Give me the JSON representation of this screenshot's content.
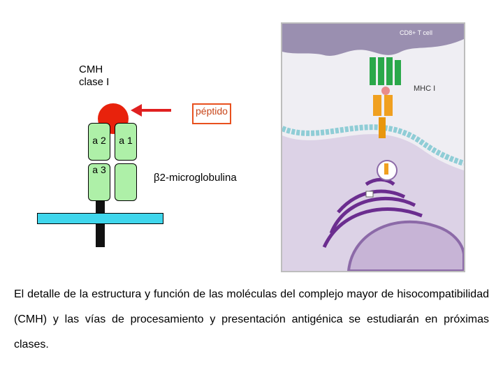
{
  "labels": {
    "cmh_title": "CMH clase I",
    "peptide": "péptido",
    "beta2": "β2-microglobulina",
    "alpha2": "a 2",
    "alpha1": "a 1",
    "alpha3": "a 3"
  },
  "figure": {
    "cd8_label": "CD8+ T cell",
    "mhc_label": "MHC I"
  },
  "paragraph": "El detalle de la estructura y función de las moléculas del complejo mayor de hisocompatibilidad (CMH) y las vías de procesamiento y presentación antigénica se estudiarán en próximas clases.",
  "colors": {
    "domain_fill": "#aef0a8",
    "peptide_red": "#e8220c",
    "membrane_cyan": "#3fd6ec",
    "arrow_red": "#e02020"
  }
}
